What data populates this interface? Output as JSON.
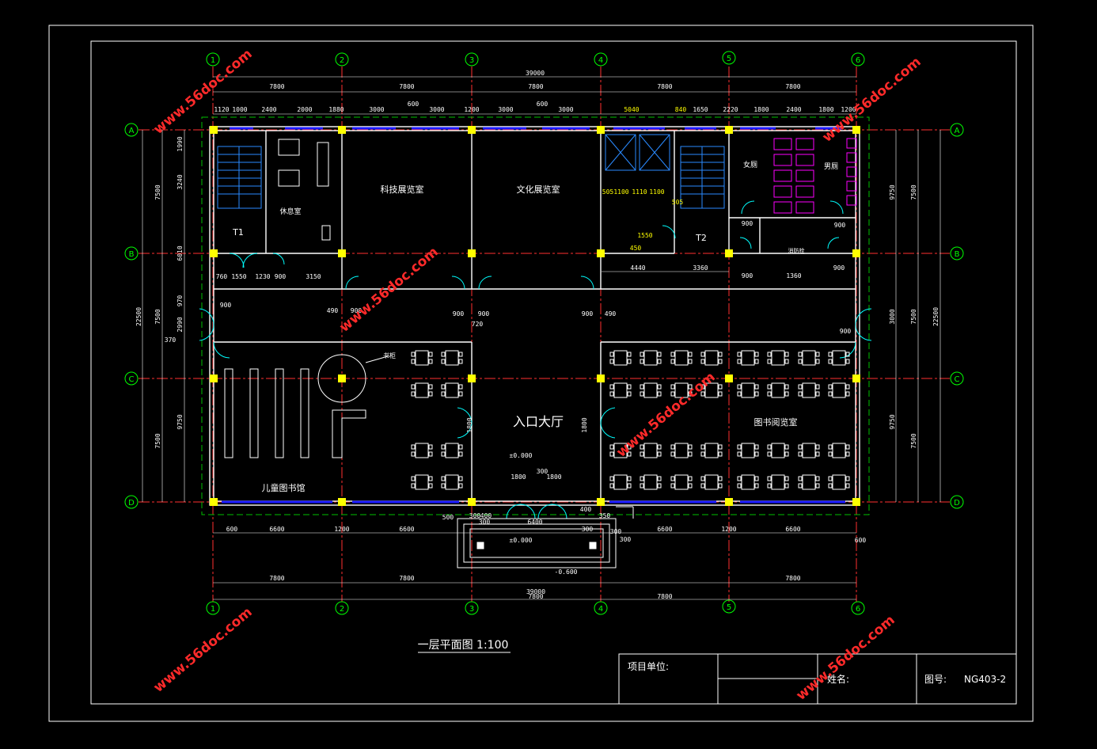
{
  "drawing": {
    "title": "一层平面图 1:100",
    "axes_x": [
      "1",
      "2",
      "3",
      "4",
      "5",
      "6"
    ],
    "axes_y": [
      "A",
      "B",
      "C",
      "D"
    ]
  },
  "rooms": {
    "tech": "科技展览室",
    "culture": "文化展览室",
    "rest": "休息室",
    "t1": "T1",
    "t2": "T2",
    "women": "女厕",
    "men": "男厕",
    "lobby": "入口大厅",
    "children": "儿童图书馆",
    "reading": "图书阅览室",
    "shelf": "书柜",
    "spray": "消防栓"
  },
  "dims": {
    "total": "39000",
    "bay": "7800",
    "left_total": "22500",
    "left_a": "7500",
    "left_b": "7500",
    "left_c": "7500",
    "r_a": "7500",
    "r_b": "7500",
    "r_c": "7500",
    "r_total": "22500",
    "r_d": "9750",
    "r_e": "3000",
    "r_f": "9750",
    "l_d": "9750",
    "l_e": "3240",
    "l_f": "6010",
    "l_g": "1990",
    "top_row": [
      "1120",
      "1000",
      "2400",
      "2000",
      "1880",
      "3000",
      "600",
      "3000",
      "1200",
      "3000",
      "600",
      "3000",
      "5040",
      "840",
      "1650",
      "2220",
      "1800",
      "2400",
      "1800",
      "1200"
    ],
    "mid_row": [
      "760",
      "1550",
      "1230",
      "900",
      "3150"
    ],
    "hall_dims": [
      "490",
      "900",
      "900",
      "900",
      "720",
      "900",
      "490"
    ],
    "t2_dims": [
      "505",
      "1100",
      "1110",
      "1100",
      "505",
      "1550",
      "450",
      "4440",
      "3360"
    ],
    "wc_dims": [
      "900",
      "900",
      "900",
      "1360",
      "900"
    ],
    "door_dims": [
      "900",
      "900",
      "370",
      "970",
      "2990"
    ],
    "lobby_dims": [
      "1800",
      "300",
      "1800",
      "1800",
      "1800"
    ],
    "entry_dims": [
      "500",
      "300",
      "400",
      "300",
      "6400",
      "400",
      "350",
      "300",
      "300",
      "300"
    ],
    "bottom_row": [
      "600",
      "6600",
      "1200",
      "6600",
      "6600",
      "1200",
      "6600",
      "600"
    ],
    "level0": "±0.000",
    "level1": "±0.000",
    "level2": "-0.600",
    "bottom_bay": [
      "7800",
      "7800",
      "7800",
      "7800"
    ],
    "bottom_total": "39000"
  },
  "title_block": {
    "project_label": "项目单位:",
    "name_label": "姓名:",
    "drawing_no_label": "图号:",
    "drawing_no": "NG403-2"
  },
  "watermark": "www.56doc.com",
  "colors": {
    "background": "#000000",
    "axis_line": "#ff0000",
    "axis_bubble": "#00ff00",
    "column": "#ffff00",
    "window": "#0000ff",
    "door": "#00ffff",
    "toilet": "#ff00ff",
    "text": "#ffffff",
    "watermark": "#ff2a2a"
  }
}
